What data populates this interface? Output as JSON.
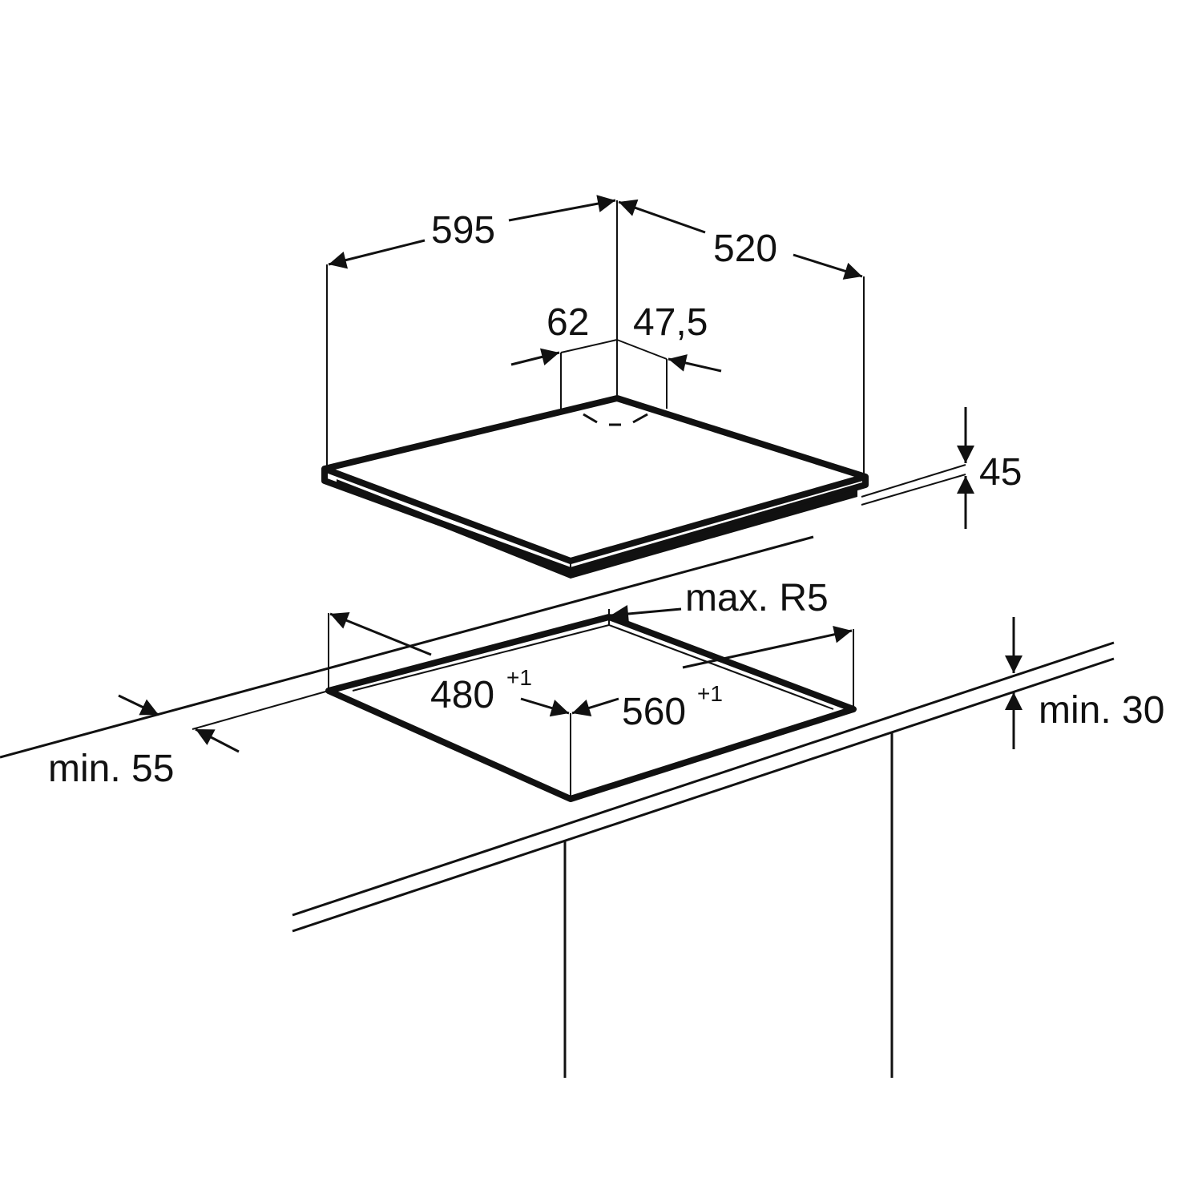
{
  "diagram": {
    "hob": {
      "width": "595",
      "depth": "520",
      "offset_left": "62",
      "offset_right": "47,5",
      "height": "45"
    },
    "cutout": {
      "depth": "480",
      "depth_tolerance": "+1",
      "width": "560",
      "width_tolerance": "+1",
      "radius": "max. R5"
    },
    "worktop": {
      "min_front_distance": "min. 55",
      "min_thickness": "min. 30"
    },
    "line_color": "#111111"
  }
}
